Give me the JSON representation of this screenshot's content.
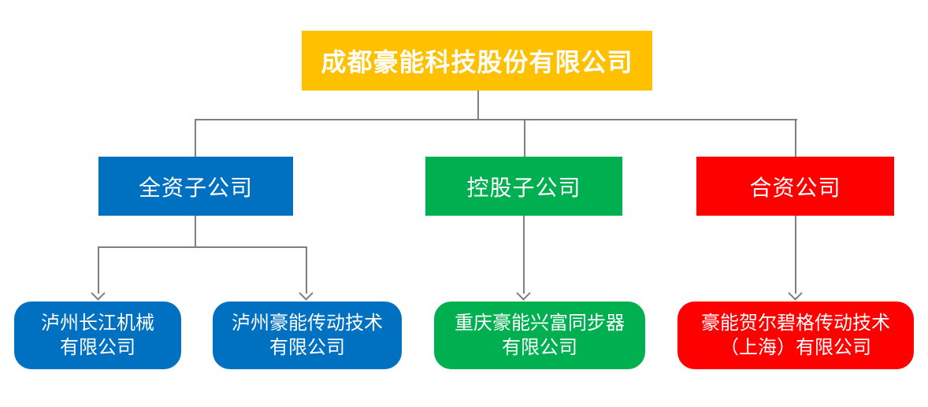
{
  "org_chart": {
    "connector_color": "#7F7F7F",
    "root": {
      "label": "成都豪能科技股份有限公司",
      "color": "#FFC000"
    },
    "branches": [
      {
        "label": "全资子公司",
        "color": "#0070C0",
        "children": [
          {
            "line1": "泸州长江机械",
            "line2": "有限公司"
          },
          {
            "line1": "泸州豪能传动技术",
            "line2": "有限公司"
          }
        ]
      },
      {
        "label": "控股子公司",
        "color": "#00B050",
        "children": [
          {
            "line1": "重庆豪能兴富同步器",
            "line2": "有限公司"
          }
        ]
      },
      {
        "label": "合资公司",
        "color": "#FF0000",
        "children": [
          {
            "line1": "豪能贺尔碧格传动技术",
            "line2": "（上海）有限公司"
          }
        ]
      }
    ]
  }
}
